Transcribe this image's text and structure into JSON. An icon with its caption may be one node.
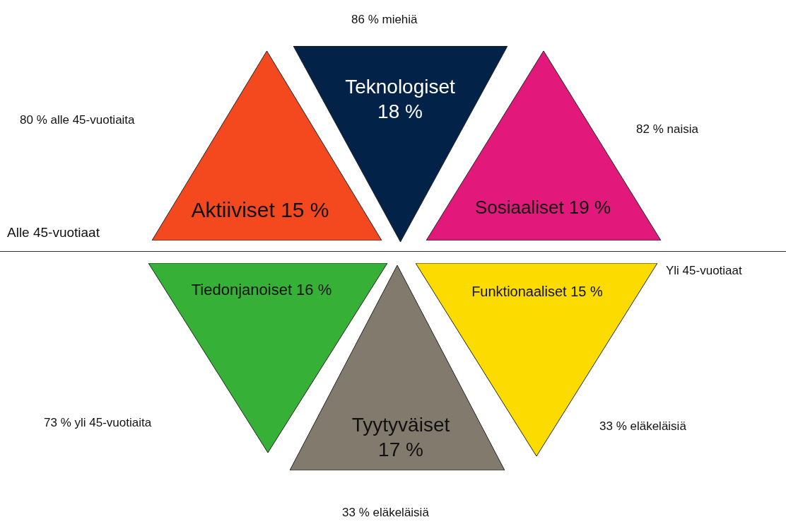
{
  "diagram": {
    "nodes": [
      {
        "text": [
          "Aktiiviset 15 %"
        ],
        "beside": [
          "80 % alle 45-vuotiaita"
        ]
      },
      {
        "text": [
          "Teknologiset 18 %"
        ],
        "beside": [
          "86 % miehiä"
        ]
      },
      {
        "text": [
          "Sosiaaliset 19 %"
        ],
        "beside": [
          "82 % naisia"
        ]
      },
      {
        "text": [
          "Tiedonjanoiset 16 %"
        ],
        "beside": [
          "73 % yli 45-vuotiaita"
        ]
      },
      {
        "text": [
          "Tyytyväiset 17 %"
        ],
        "beside": [
          "33 % eläkeläisiä"
        ]
      },
      {
        "text": [
          "Funktionaaliset 15 %"
        ],
        "beside": [
          "33 % eläkeläisiä"
        ]
      }
    ],
    "edges": [],
    "labels": [
      "Alle 45-vuotiaat",
      "Yli 45-vuotiaat"
    ]
  }
}
